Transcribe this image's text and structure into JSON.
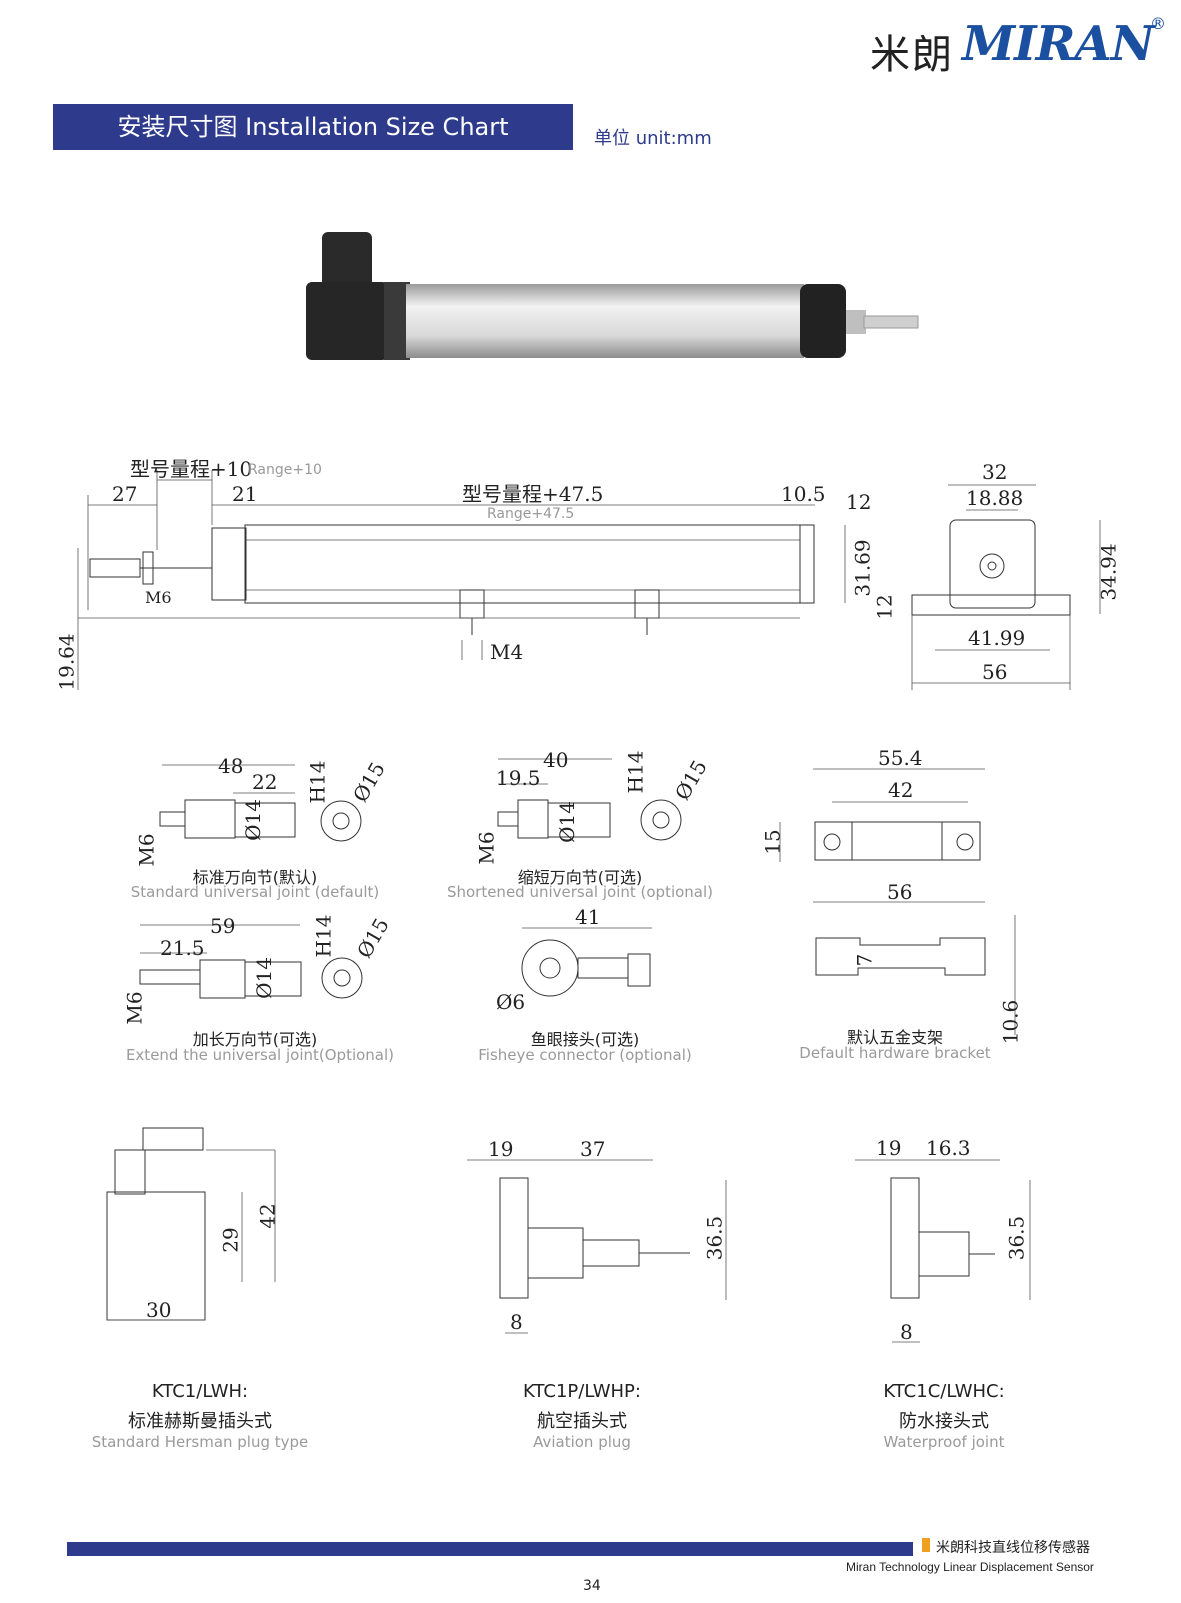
{
  "header": {
    "brand_cn": "米朗",
    "brand_en": "MIRAN",
    "registered_mark": "®",
    "section_title": "安装尺寸图 Installation Size Chart",
    "unit": "单位 unit:mm"
  },
  "main_drawing": {
    "range_plus_10_cn": "型号量程+10",
    "range_plus_10_en": "Range+10",
    "range_plus_47_cn": "型号量程+47.5",
    "range_plus_47_en": "Range+47.5",
    "d27": "27",
    "d21": "21",
    "d10_5": "10.5",
    "d12a": "12",
    "d31_69": "31.69",
    "d19_64": "19.64",
    "m6": "M6",
    "m4": "M4",
    "end_32": "32",
    "end_18_88": "18.88",
    "end_34_94": "34.94",
    "end_12": "12",
    "end_41_99": "41.99",
    "end_56": "56"
  },
  "joints": {
    "standard": {
      "d48": "48",
      "d22": "22",
      "h14": "H14",
      "d15": "Ø15",
      "d14": "Ø14",
      "m6": "M6",
      "cn": "标准万向节(默认)",
      "en": "Standard universal joint (default)"
    },
    "shortened": {
      "d40": "40",
      "d19_5": "19.5",
      "h14": "H14",
      "d15": "Ø15",
      "d14": "Ø14",
      "m6": "M6",
      "cn": "缩短万向节(可选)",
      "en": "Shortened universal joint (optional)"
    },
    "bracket_top": {
      "d55_4": "55.4",
      "d42": "42",
      "d15": "15"
    },
    "extend": {
      "d59": "59",
      "d21_5": "21.5",
      "h14": "H14",
      "d15": "Ø15",
      "d14": "Ø14",
      "m6": "M6",
      "cn": "加长万向节(可选)",
      "en": "Extend the universal joint(Optional)"
    },
    "fisheye": {
      "d41": "41",
      "d6": "Ø6",
      "cn": "鱼眼接头(可选)",
      "en": "Fisheye connector (optional)"
    },
    "bracket": {
      "d56": "56",
      "d7": "7",
      "d10_6": "10.6",
      "cn": "默认五金支架",
      "en": "Default hardware bracket"
    }
  },
  "plugs": [
    {
      "dims": [
        "42",
        "29",
        "30"
      ],
      "model": "KTC1/LWH:",
      "cn": "标准赫斯曼插头式",
      "en": "Standard Hersman plug type"
    },
    {
      "dims": [
        "19",
        "37",
        "36.5",
        "8"
      ],
      "model": "KTC1P/LWHP:",
      "cn": "航空插头式",
      "en": "Aviation plug"
    },
    {
      "dims": [
        "19",
        "16.3",
        "36.5",
        "8"
      ],
      "model": "KTC1C/LWHC:",
      "cn": "防水接头式",
      "en": "Waterproof joint"
    }
  ],
  "footer": {
    "cn": "米朗科技直线位移传感器",
    "en": "Miran Technology Linear Displacement Sensor",
    "page": "34"
  }
}
